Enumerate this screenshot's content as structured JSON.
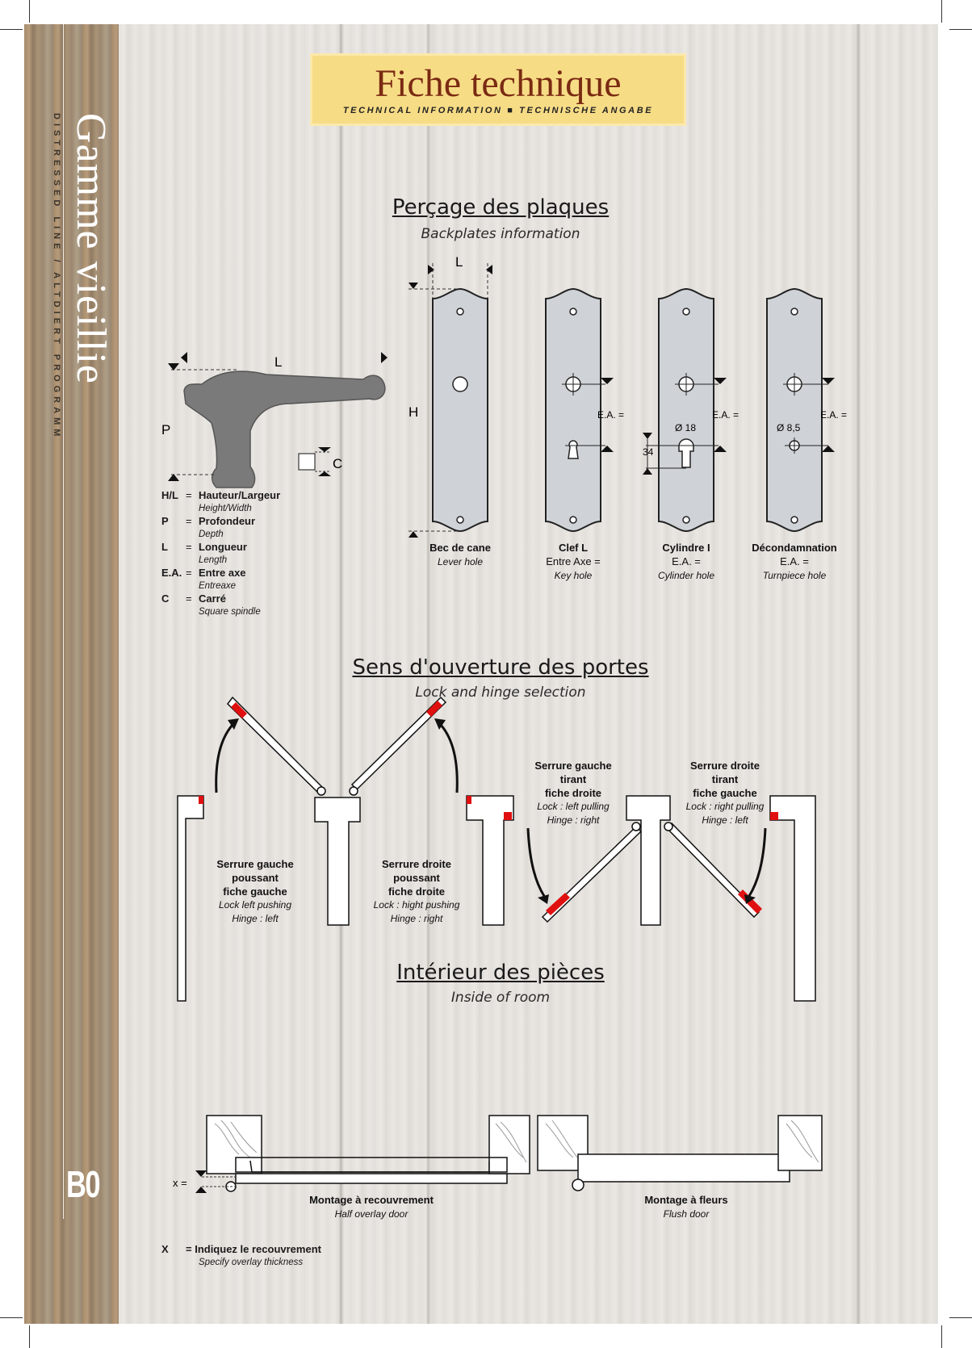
{
  "sidebar": {
    "range_title": "Gamme vieillie",
    "range_subtitle": "DISTRESSED LINE / ALTDIERT PROGRAMM",
    "page_number": "B0"
  },
  "header": {
    "title": "Fiche technique",
    "subtitle": "TECHNICAL INFORMATION ■ TECHNISCHE ANGABE"
  },
  "backplates": {
    "title": "Perçage des plaques",
    "subtitle": "Backplates information",
    "dim_L": "L",
    "dim_H": "H",
    "plates": [
      {
        "name": "Bec de cane",
        "line2": "",
        "caption": "Lever hole"
      },
      {
        "name": "Clef L",
        "line2": "Entre Axe =",
        "caption": "Key hole"
      },
      {
        "name": "Cylindre I",
        "line2": "E.A. =",
        "caption": "Cylinder hole"
      },
      {
        "name": "Décondamnation",
        "line2": "E.A. =",
        "caption": "Turnpiece hole"
      }
    ],
    "ea_label": "E.A. =",
    "cyl_diameter": "Ø 18",
    "cyl_depth": "34",
    "turn_diameter": "Ø 8,5"
  },
  "handle": {
    "dim_L": "L",
    "dim_P": "P",
    "dim_C": "C"
  },
  "legend": [
    {
      "key": "H/L",
      "label": "Hauteur/Largeur",
      "translation": "Height/Width"
    },
    {
      "key": "P",
      "label": "Profondeur",
      "translation": "Depth"
    },
    {
      "key": "L",
      "label": "Longueur",
      "translation": "Length"
    },
    {
      "key": "E.A.",
      "label": "Entre axe",
      "translation": "Entreaxe"
    },
    {
      "key": "C",
      "label": "Carré",
      "translation": "Square spindle"
    }
  ],
  "doors": {
    "title": "Sens d'ouverture des portes",
    "subtitle": "Lock and hinge selection",
    "items": [
      {
        "l1": "Serrure gauche",
        "l2": "poussant",
        "l3": "fiche gauche",
        "l4": "Lock left pushing",
        "l5": "Hinge : left"
      },
      {
        "l1": "Serrure droite",
        "l2": "poussant",
        "l3": "fiche droite",
        "l4": "Lock : hight pushing",
        "l5": "Hinge : right"
      },
      {
        "l1": "Serrure gauche",
        "l2": "tirant",
        "l3": "fiche droite",
        "l4": "Lock : left pulling",
        "l5": "Hinge : right"
      },
      {
        "l1": "Serrure droite",
        "l2": "tirant",
        "l3": "fiche gauche",
        "l4": "Lock : right pulling",
        "l5": "Hinge : left"
      }
    ]
  },
  "room": {
    "title": "Intérieur des pièces",
    "subtitle": "Inside of room"
  },
  "mounting": {
    "x_label": "x =",
    "half": {
      "name": "Montage à recouvrement",
      "caption": "Half overlay door"
    },
    "flush": {
      "name": "Montage à fleurs",
      "caption": "Flush door"
    }
  },
  "note": {
    "key": "X",
    "label": "= Indiquez le recouvrement",
    "translation": "Specify overlay thickness"
  },
  "colors": {
    "title_band": "#f7dc86",
    "title_text": "#7a2a12",
    "plate_fill": "#cfd3d7",
    "handle_fill": "#7a7a7a",
    "accent_red": "#e01010"
  }
}
